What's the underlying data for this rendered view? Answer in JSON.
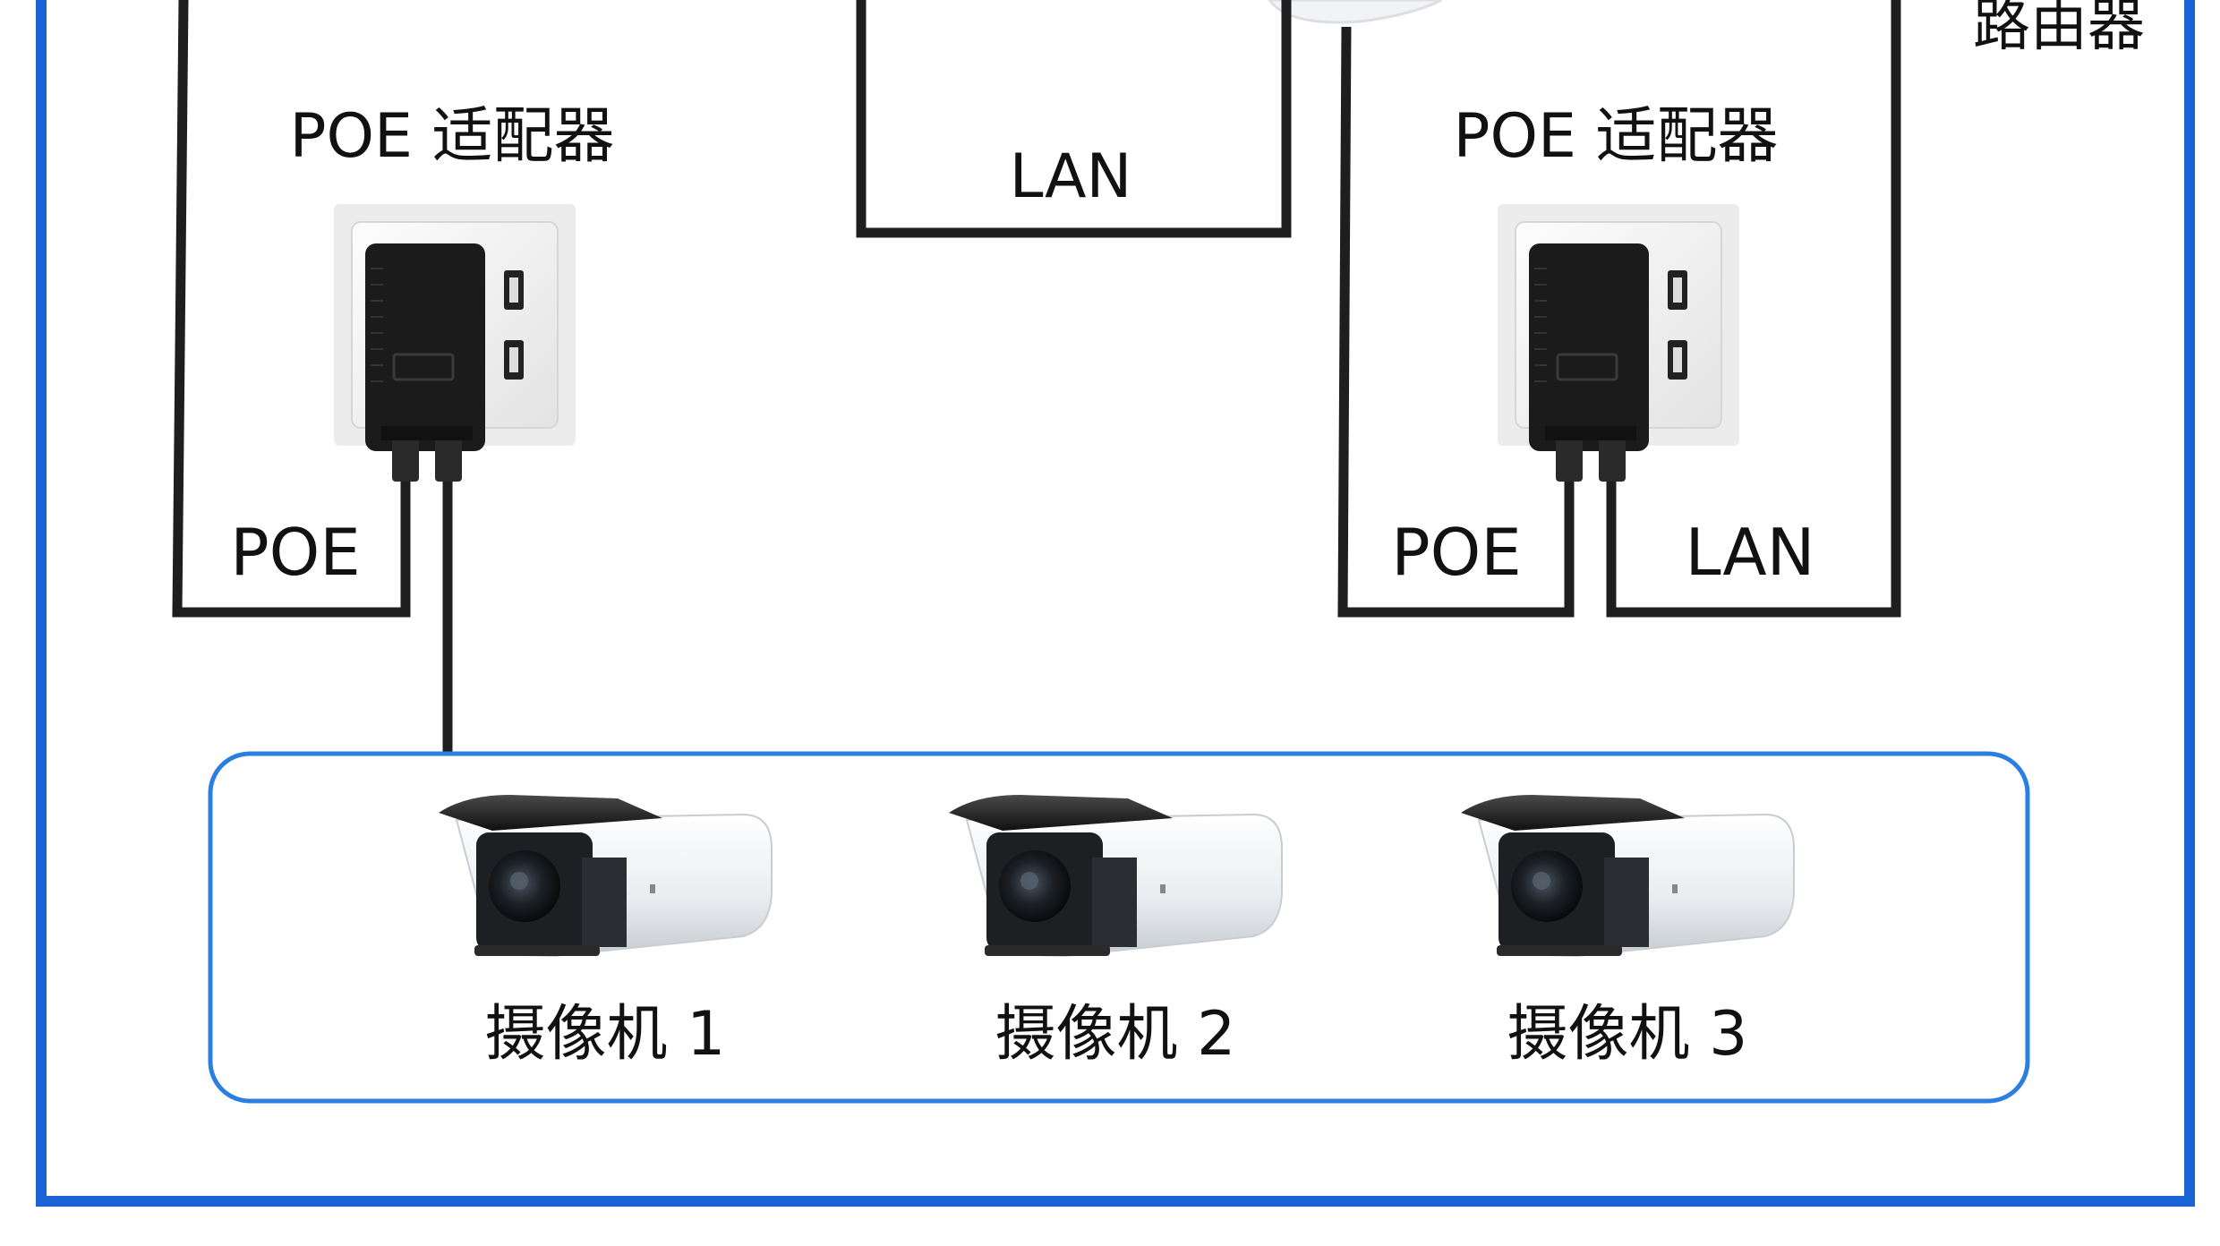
{
  "router": {
    "label": "路由器"
  },
  "adapters": [
    {
      "title": "POE 适配器",
      "left_port": "POE",
      "right_port": ""
    },
    {
      "title": "POE 适配器",
      "left_port": "POE",
      "right_port": "LAN"
    }
  ],
  "top_link_label": "LAN",
  "cameras": [
    {
      "label": "摄像机 1"
    },
    {
      "label": "摄像机 2"
    },
    {
      "label": "摄像机 3"
    }
  ],
  "colors": {
    "frame": "#1a64d6",
    "group_border": "#2a7fe0",
    "cable": "#1e1e1e"
  }
}
